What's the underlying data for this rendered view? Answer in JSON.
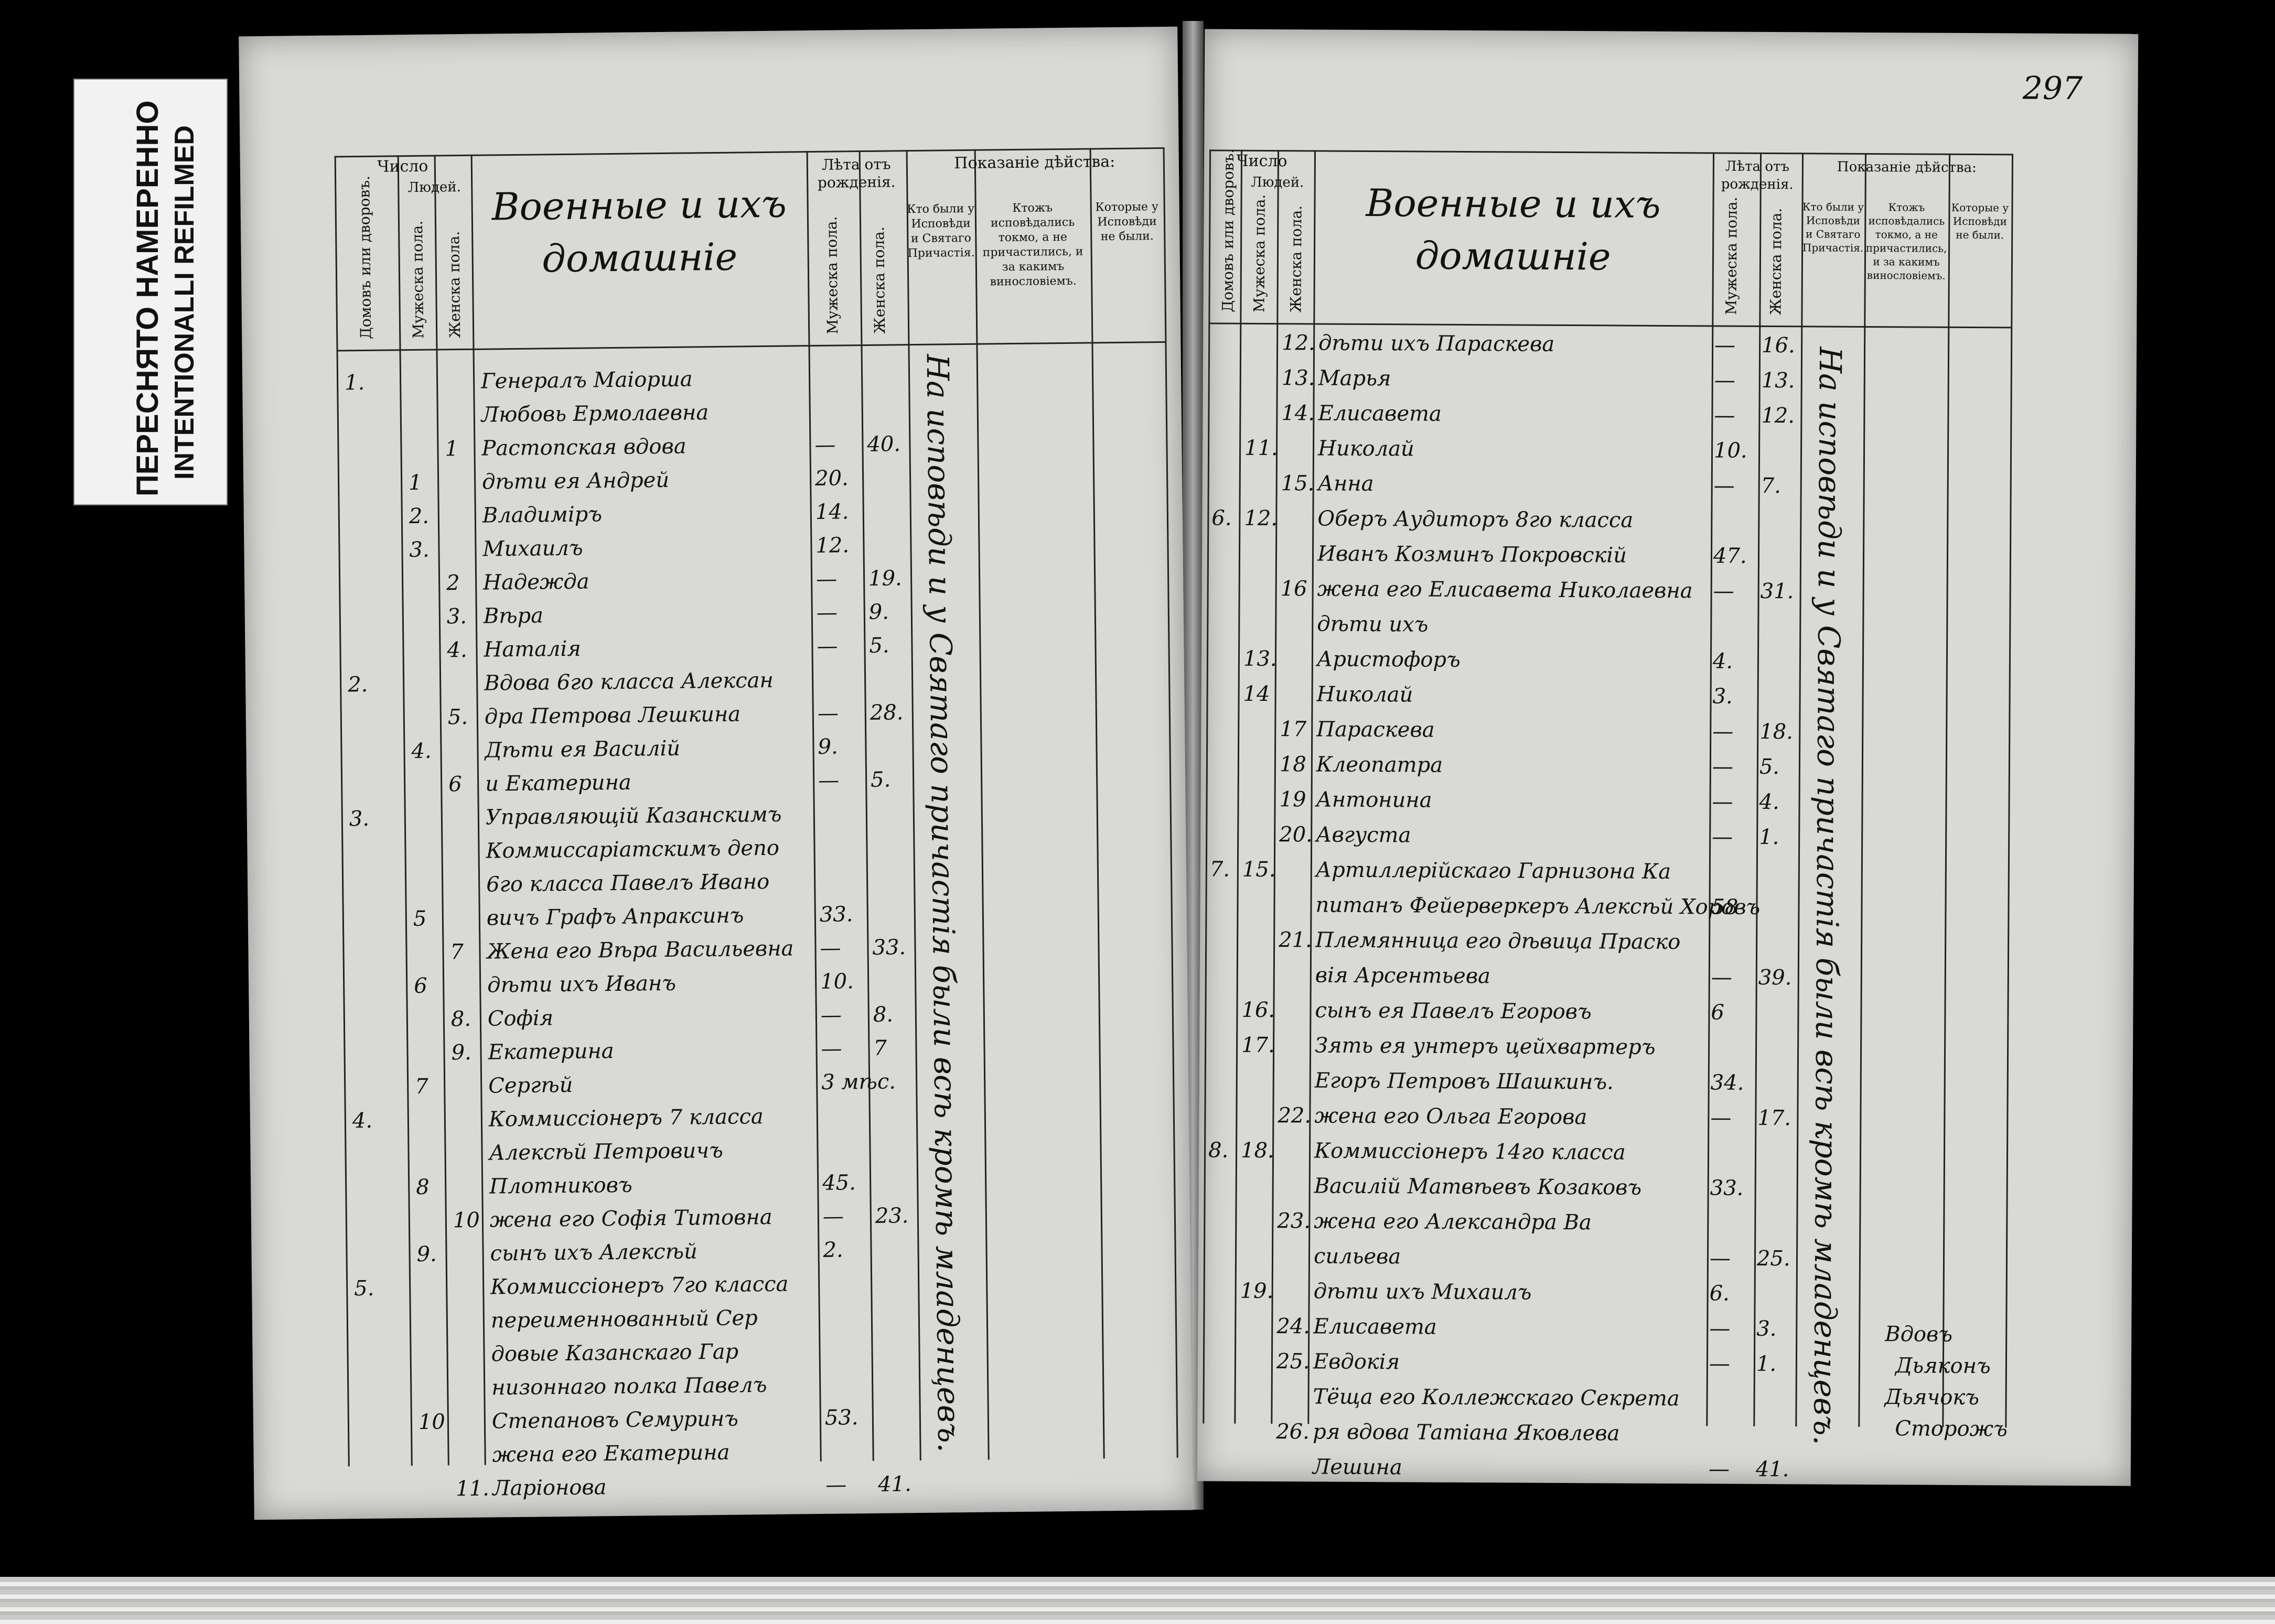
{
  "label": {
    "line1": "ПЕРЕСНЯТО НАМЕРЕННО",
    "line2": "INTENTIONALLI REFILMED"
  },
  "header": {
    "chislo": "Число",
    "lyudey": "Людей.",
    "domov": "Домовъ или дворовъ.",
    "muzh": "Мужеска пола.",
    "zhen": "Женска пола.",
    "leta": "Лѣта отъ рожденія.",
    "leta_r": "Лѣта отъ рожденія.",
    "pokazanie": "Показаніе дѣйства:",
    "pokazanie_r": "Показаніе дѣйства:",
    "col_bylo": "Кто были у Исповѣди и Святаго Причастія.",
    "col_shokmo": "Ктожъ исповѣдались токмо, а не причастились, и за какимъ винословіемъ.",
    "col_nebyli": "Которые у Исповѣди не были."
  },
  "left": {
    "title": "Военные и ихъ домашніе",
    "rows": [
      {
        "house": "1.",
        "m": "",
        "f": "",
        "text": "Генералъ Маіорша",
        "am": "",
        "af": ""
      },
      {
        "house": "",
        "m": "",
        "f": "",
        "text": "Любовь Ермолаевна",
        "am": "",
        "af": ""
      },
      {
        "house": "",
        "m": "",
        "f": "1",
        "text": "Растопская вдова",
        "am": "—",
        "af": "40."
      },
      {
        "house": "",
        "m": "1",
        "f": "",
        "text": "дѣти ея Андрей",
        "am": "20.",
        "af": ""
      },
      {
        "house": "",
        "m": "2.",
        "f": "",
        "text": "Владиміръ",
        "am": "14.",
        "af": ""
      },
      {
        "house": "",
        "m": "3.",
        "f": "",
        "text": "Михаилъ",
        "am": "12.",
        "af": ""
      },
      {
        "house": "",
        "m": "",
        "f": "2",
        "text": "Надежда",
        "am": "—",
        "af": "19."
      },
      {
        "house": "",
        "m": "",
        "f": "3.",
        "text": "Вѣра",
        "am": "—",
        "af": "9."
      },
      {
        "house": "",
        "m": "",
        "f": "4.",
        "text": "Наталія",
        "am": "—",
        "af": "5."
      },
      {
        "house": "2.",
        "m": "",
        "f": "",
        "text": "Вдова 6го класса Алексан",
        "am": "",
        "af": ""
      },
      {
        "house": "",
        "m": "",
        "f": "5.",
        "text": "дра Петрова Лешкина",
        "am": "—",
        "af": "28."
      },
      {
        "house": "",
        "m": "4.",
        "f": "",
        "text": "Дѣти ея Василій",
        "am": "9.",
        "af": ""
      },
      {
        "house": "",
        "m": "",
        "f": "6",
        "text": "и Екатерина",
        "am": "—",
        "af": "5."
      },
      {
        "house": "3.",
        "m": "",
        "f": "",
        "text": "Управляющій Казанскимъ",
        "am": "",
        "af": ""
      },
      {
        "house": "",
        "m": "",
        "f": "",
        "text": "Коммиссаріатскимъ депо",
        "am": "",
        "af": ""
      },
      {
        "house": "",
        "m": "",
        "f": "",
        "text": "6го класса Павелъ Ивано",
        "am": "",
        "af": ""
      },
      {
        "house": "",
        "m": "5",
        "f": "",
        "text": "вичъ Графъ Апраксинъ",
        "am": "33.",
        "af": ""
      },
      {
        "house": "",
        "m": "",
        "f": "7",
        "text": "Жена его Вѣра Васильевна",
        "am": "—",
        "af": "33."
      },
      {
        "house": "",
        "m": "6",
        "f": "",
        "text": "дѣти ихъ Иванъ",
        "am": "10.",
        "af": ""
      },
      {
        "house": "",
        "m": "",
        "f": "8.",
        "text": "Софія",
        "am": "—",
        "af": "8."
      },
      {
        "house": "",
        "m": "",
        "f": "9.",
        "text": "Екатерина",
        "am": "—",
        "af": "7"
      },
      {
        "house": "",
        "m": "7",
        "f": "",
        "text": "Сергѣй",
        "am": "3 мѣс.",
        "af": ""
      },
      {
        "house": "4.",
        "m": "",
        "f": "",
        "text": "Коммиссіонеръ 7 класса",
        "am": "",
        "af": ""
      },
      {
        "house": "",
        "m": "",
        "f": "",
        "text": "Алексѣй Петровичъ",
        "am": "",
        "af": ""
      },
      {
        "house": "",
        "m": "8",
        "f": "",
        "text": "Плотниковъ",
        "am": "45.",
        "af": ""
      },
      {
        "house": "",
        "m": "",
        "f": "10",
        "text": "жена его Софія Титовна",
        "am": "—",
        "af": "23."
      },
      {
        "house": "",
        "m": "9.",
        "f": "",
        "text": "сынъ ихъ Алексѣй",
        "am": "2.",
        "af": ""
      },
      {
        "house": "5.",
        "m": "",
        "f": "",
        "text": "Коммиссіонеръ 7го класса",
        "am": "",
        "af": ""
      },
      {
        "house": "",
        "m": "",
        "f": "",
        "text": "переименнованный Сер",
        "am": "",
        "af": ""
      },
      {
        "house": "",
        "m": "",
        "f": "",
        "text": "довые Казанскаго Гар",
        "am": "",
        "af": ""
      },
      {
        "house": "",
        "m": "",
        "f": "",
        "text": "низоннаго полка Павелъ",
        "am": "",
        "af": ""
      },
      {
        "house": "",
        "m": "10",
        "f": "",
        "text": "Степановъ Семуринъ",
        "am": "53.",
        "af": ""
      },
      {
        "house": "",
        "m": "",
        "f": "",
        "text": "жена его Екатерина",
        "am": "",
        "af": ""
      },
      {
        "house": "",
        "m": "",
        "f": "11.",
        "text": "Ларіонова",
        "am": "—",
        "af": "41."
      }
    ],
    "note": "На исповѣди и у Святаго причастія были всѣ кромѣ младенцевъ."
  },
  "right": {
    "page_number": "297",
    "title": "Военные и ихъ домашніе",
    "rows": [
      {
        "house": "",
        "m": "",
        "f": "12.",
        "text": "дѣти ихъ Параскева",
        "am": "—",
        "af": "16."
      },
      {
        "house": "",
        "m": "",
        "f": "13.",
        "text": "Марья",
        "am": "—",
        "af": "13."
      },
      {
        "house": "",
        "m": "",
        "f": "14.",
        "text": "Елисавета",
        "am": "—",
        "af": "12."
      },
      {
        "house": "",
        "m": "11.",
        "f": "",
        "text": "Николай",
        "am": "10.",
        "af": ""
      },
      {
        "house": "",
        "m": "",
        "f": "15.",
        "text": "Анна",
        "am": "—",
        "af": "7."
      },
      {
        "house": "6.",
        "m": "12.",
        "f": "",
        "text": "Оберъ Аудиторъ 8го класса",
        "am": "",
        "af": ""
      },
      {
        "house": "",
        "m": "",
        "f": "",
        "text": "Иванъ Козминъ Покровскій",
        "am": "47.",
        "af": ""
      },
      {
        "house": "",
        "m": "",
        "f": "16",
        "text": "жена его Елисавета Николаевна",
        "am": "—",
        "af": "31."
      },
      {
        "house": "",
        "m": "",
        "f": "",
        "text": "дѣти ихъ",
        "am": "",
        "af": ""
      },
      {
        "house": "",
        "m": "13.",
        "f": "",
        "text": "Аристофоръ",
        "am": "4.",
        "af": ""
      },
      {
        "house": "",
        "m": "14",
        "f": "",
        "text": "Николай",
        "am": "3.",
        "af": ""
      },
      {
        "house": "",
        "m": "",
        "f": "17",
        "text": "Параскева",
        "am": "—",
        "af": "18."
      },
      {
        "house": "",
        "m": "",
        "f": "18",
        "text": "Клеопатра",
        "am": "—",
        "af": "5."
      },
      {
        "house": "",
        "m": "",
        "f": "19",
        "text": "Антонина",
        "am": "—",
        "af": "4."
      },
      {
        "house": "",
        "m": "",
        "f": "20.",
        "text": "Августа",
        "am": "—",
        "af": "1."
      },
      {
        "house": "7.",
        "m": "15.",
        "f": "",
        "text": "Артиллерійскаго Гарнизона Ка",
        "am": "",
        "af": ""
      },
      {
        "house": "",
        "m": "",
        "f": "",
        "text": "питанъ Фейерверкеръ Алексѣй Хоровъ",
        "am": "58",
        "af": ""
      },
      {
        "house": "",
        "m": "",
        "f": "21.",
        "text": "Племянница его дѣвица Праско",
        "am": "",
        "af": ""
      },
      {
        "house": "",
        "m": "",
        "f": "",
        "text": "вія Арсентьева",
        "am": "—",
        "af": "39."
      },
      {
        "house": "",
        "m": "16.",
        "f": "",
        "text": "сынъ ея Павелъ Егоровъ",
        "am": "6",
        "af": ""
      },
      {
        "house": "",
        "m": "17.",
        "f": "",
        "text": "Зять ея унтеръ цейхвартеръ",
        "am": "",
        "af": ""
      },
      {
        "house": "",
        "m": "",
        "f": "",
        "text": "Егоръ Петровъ Шашкинъ.",
        "am": "34.",
        "af": ""
      },
      {
        "house": "",
        "m": "",
        "f": "22.",
        "text": "жена его Ольга Егорова",
        "am": "—",
        "af": "17."
      },
      {
        "house": "8.",
        "m": "18.",
        "f": "",
        "text": "Коммиссіонеръ 14го класса",
        "am": "",
        "af": ""
      },
      {
        "house": "",
        "m": "",
        "f": "",
        "text": "Василій Матвѣевъ Козаковъ",
        "am": "33.",
        "af": ""
      },
      {
        "house": "",
        "m": "",
        "f": "23.",
        "text": "жена его Александра Ва",
        "am": "",
        "af": ""
      },
      {
        "house": "",
        "m": "",
        "f": "",
        "text": "сильева",
        "am": "—",
        "af": "25."
      },
      {
        "house": "",
        "m": "19.",
        "f": "",
        "text": "дѣти ихъ Михаилъ",
        "am": "6.",
        "af": ""
      },
      {
        "house": "",
        "m": "",
        "f": "24.",
        "text": "Елисавета",
        "am": "—",
        "af": "3."
      },
      {
        "house": "",
        "m": "",
        "f": "25.",
        "text": "Евдокія",
        "am": "—",
        "af": "1."
      },
      {
        "house": "",
        "m": "",
        "f": "",
        "text": "Тёща его Коллежскаго Секрета",
        "am": "",
        "af": ""
      },
      {
        "house": "",
        "m": "",
        "f": "26.",
        "text": "ря вдова Татіана Яковлева",
        "am": "",
        "af": ""
      },
      {
        "house": "",
        "m": "",
        "f": "",
        "text": "Лешина",
        "am": "—",
        "af": "41."
      }
    ],
    "note": "На исповѣди и у Святаго причастія были всѣ кромѣ младенцевъ.",
    "signatures": [
      "Вдовъ",
      "Дьяконъ",
      "Дьячокъ",
      "Сторожъ"
    ]
  }
}
